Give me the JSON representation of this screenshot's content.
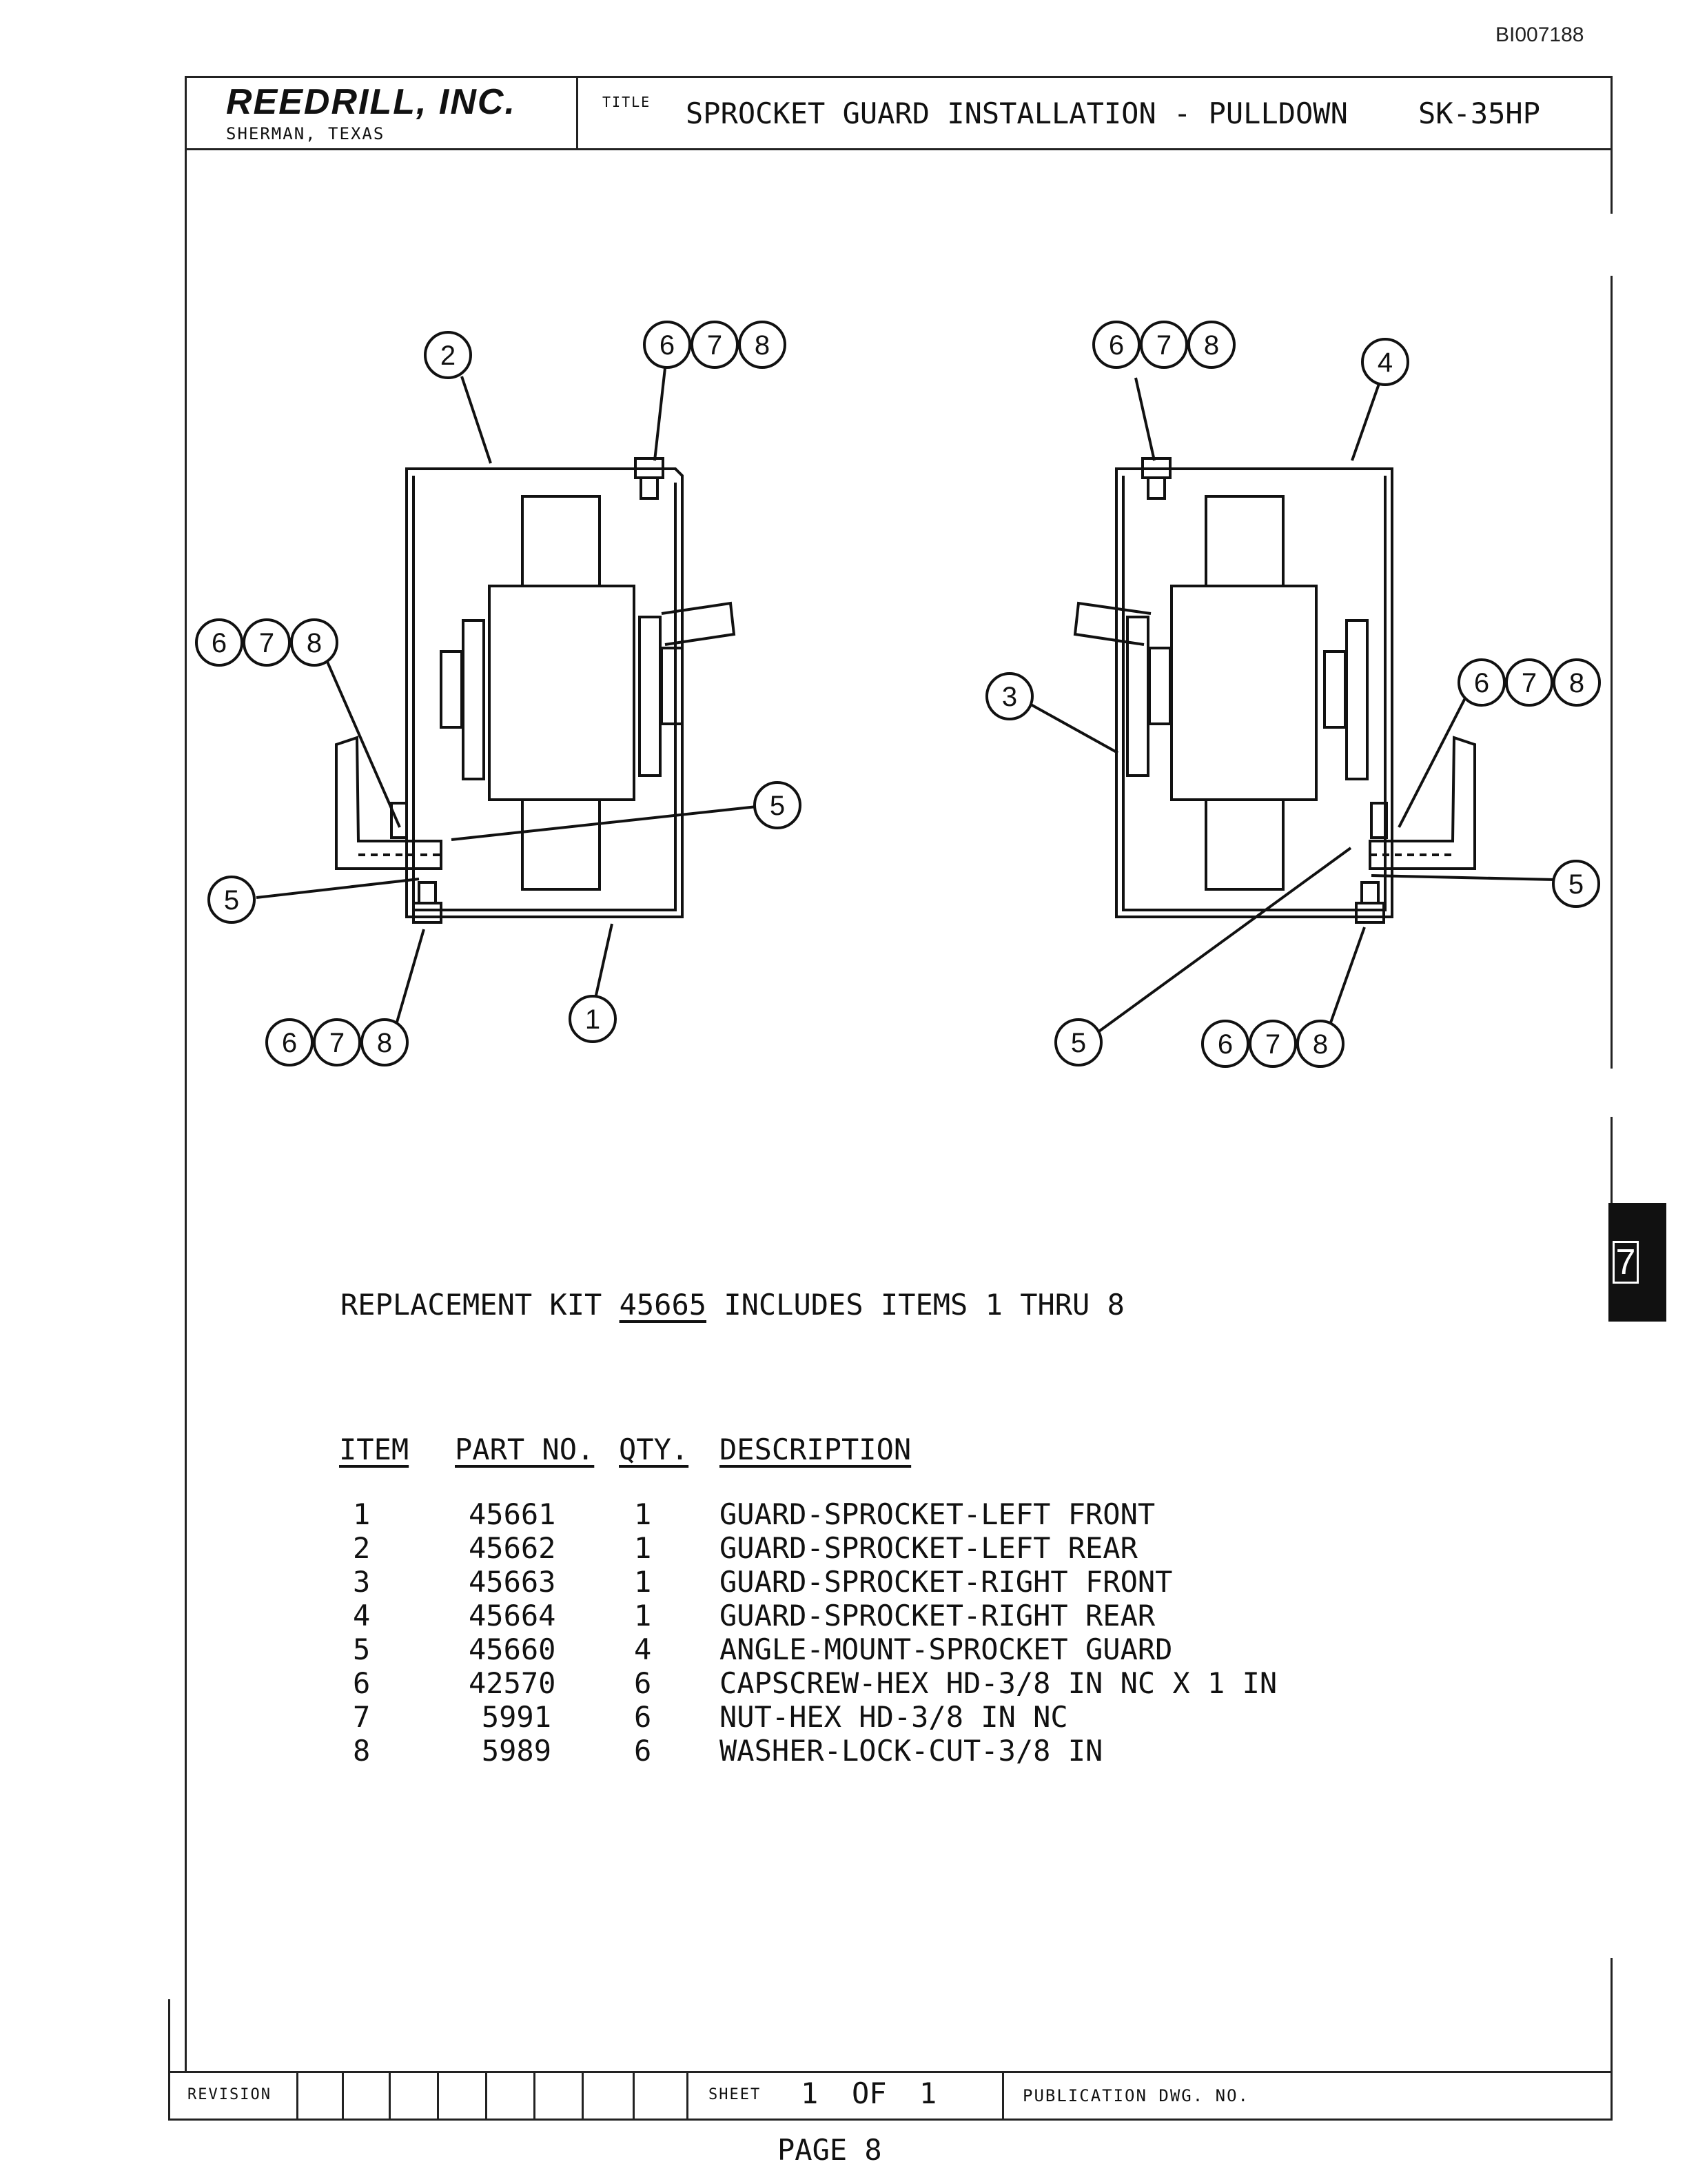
{
  "doc_id": "BI007188",
  "header": {
    "company": "REEDRILL, INC.",
    "location": "SHERMAN, TEXAS",
    "title_label": "TITLE",
    "title": "SPROCKET GUARD INSTALLATION - PULLDOWN",
    "model": "SK-35HP"
  },
  "callouts": {
    "c1": "1",
    "c2": "2",
    "c3": "3",
    "c4": "4",
    "c5": "5",
    "c6": "6",
    "c7": "7",
    "c8": "8"
  },
  "kit": {
    "prefix": "REPLACEMENT KIT",
    "number": "45665",
    "suffix": "INCLUDES ITEMS 1 THRU 8"
  },
  "table": {
    "headers": {
      "item": "ITEM",
      "part": "PART NO.",
      "qty": "QTY.",
      "desc": "DESCRIPTION"
    },
    "rows": [
      {
        "item": "1",
        "part": "45661",
        "qty": "1",
        "desc": "GUARD-SPROCKET-LEFT FRONT"
      },
      {
        "item": "2",
        "part": "45662",
        "qty": "1",
        "desc": "GUARD-SPROCKET-LEFT REAR"
      },
      {
        "item": "3",
        "part": "45663",
        "qty": "1",
        "desc": "GUARD-SPROCKET-RIGHT FRONT"
      },
      {
        "item": "4",
        "part": "45664",
        "qty": "1",
        "desc": "GUARD-SPROCKET-RIGHT REAR"
      },
      {
        "item": "5",
        "part": "45660",
        "qty": "4",
        "desc": "ANGLE-MOUNT-SPROCKET GUARD"
      },
      {
        "item": "6",
        "part": "42570",
        "qty": "6",
        "desc": "CAPSCREW-HEX HD-3/8 IN NC X 1 IN"
      },
      {
        "item": "7",
        "part": "5991",
        "qty": "6",
        "desc": "NUT-HEX HD-3/8 IN NC"
      },
      {
        "item": "8",
        "part": "5989",
        "qty": "6",
        "desc": "WASHER-LOCK-CUT-3/8 IN"
      }
    ]
  },
  "tab_label": "7",
  "footer": {
    "revision_label": "REVISION",
    "sheet_label": "SHEET",
    "sheet_num": "1",
    "of_label": "OF",
    "sheet_total": "1",
    "publication_label": "PUBLICATION DWG. NO.",
    "page": "PAGE 8"
  }
}
